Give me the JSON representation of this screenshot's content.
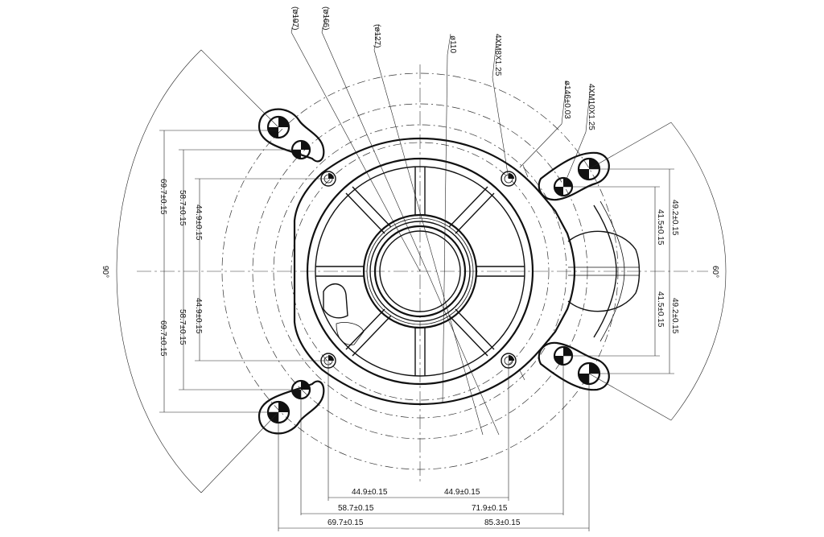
{
  "leaders": {
    "d197": "(ø197)",
    "d166": "(ø166)",
    "d127": "(ø127)",
    "d110": "ø110",
    "m8": "4XM8X1.25",
    "d146": "ø146±0.03",
    "m10": "4XM10X1.25"
  },
  "left_dims": {
    "outer_top": "69.7±0.15",
    "mid_top": "58.7±0.15",
    "inner_top": "44.9±0.15",
    "inner_bottom": "44.9±0.15",
    "mid_bottom": "58.7±0.15",
    "outer_bottom": "69.7±0.15"
  },
  "right_dims": {
    "outer_top": "49.2±0.15",
    "inner_top": "41.5±0.15",
    "inner_bottom": "41.5±0.15",
    "outer_bottom": "49.2±0.15"
  },
  "bottom_dims": {
    "row1_left": "44.9±0.15",
    "row1_right": "44.9±0.15",
    "row2_left": "58.7±0.15",
    "row2_right": "71.9±0.15",
    "row3_left": "69.7±0.15",
    "row3_right": "85.3±0.15"
  },
  "angles": {
    "left": "90°",
    "right": "60°"
  }
}
